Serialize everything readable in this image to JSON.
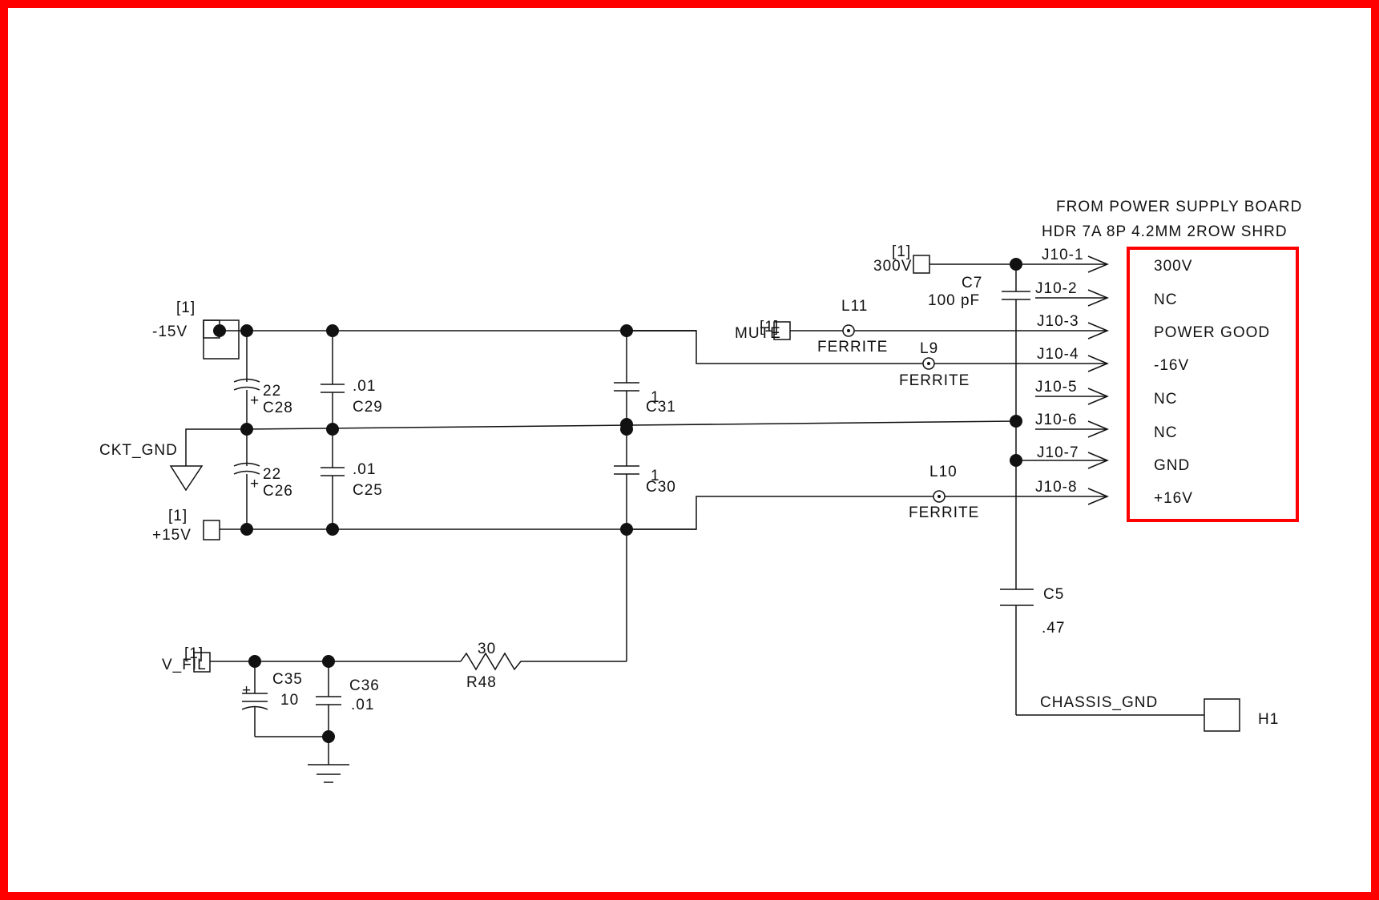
{
  "colors": {
    "frame": "#ff0000",
    "highlight": "#ff0000",
    "ink": "#111111",
    "background": "#ffffff"
  },
  "header": {
    "line1": "FROM POWER SUPPLY BOARD",
    "line2": "HDR 7A 8P 4.2MM 2ROW SHRD"
  },
  "connector": {
    "pins": [
      {
        "ref": "J10-1",
        "signal": "300V"
      },
      {
        "ref": "J10-2",
        "signal": "NC"
      },
      {
        "ref": "J10-3",
        "signal": "POWER GOOD"
      },
      {
        "ref": "J10-4",
        "signal": "-16V"
      },
      {
        "ref": "J10-5",
        "signal": "NC"
      },
      {
        "ref": "J10-6",
        "signal": "NC"
      },
      {
        "ref": "J10-7",
        "signal": "GND"
      },
      {
        "ref": "J10-8",
        "signal": "+16V"
      }
    ]
  },
  "ports": {
    "p300v": {
      "sheet": "[1]",
      "name": "300V"
    },
    "mute": {
      "sheet": "[1]",
      "name": "MUTE"
    },
    "m15v": {
      "sheet": "[1]",
      "name": "-15V"
    },
    "p15v": {
      "sheet": "[1]",
      "name": "+15V"
    },
    "vfil": {
      "sheet": "[1]",
      "name": "V_FIL"
    },
    "ckt_gnd": "CKT_GND",
    "chassis_gnd": "CHASSIS_GND",
    "h1": "H1"
  },
  "components": {
    "c7": {
      "ref": "C7",
      "value": "100 pF"
    },
    "l11": {
      "ref": "L11",
      "value": "FERRITE"
    },
    "l9": {
      "ref": "L9",
      "value": "FERRITE"
    },
    "l10": {
      "ref": "L10",
      "value": "FERRITE"
    },
    "c28": {
      "ref": "C28",
      "value": "22",
      "polarity": "+"
    },
    "c26": {
      "ref": "C26",
      "value": "22",
      "polarity": "+"
    },
    "c29": {
      "ref": "C29",
      "value": ".01"
    },
    "c25": {
      "ref": "C25",
      "value": ".01"
    },
    "c31": {
      "ref": "C31",
      "value": "1"
    },
    "c30": {
      "ref": "C30",
      "value": "1"
    },
    "c5": {
      "ref": "C5",
      "value": ".47"
    },
    "c35": {
      "ref": "C35",
      "value": "10",
      "polarity": "+"
    },
    "c36": {
      "ref": "C36",
      "value": ".01"
    },
    "r48": {
      "ref": "R48",
      "value": "30"
    }
  }
}
